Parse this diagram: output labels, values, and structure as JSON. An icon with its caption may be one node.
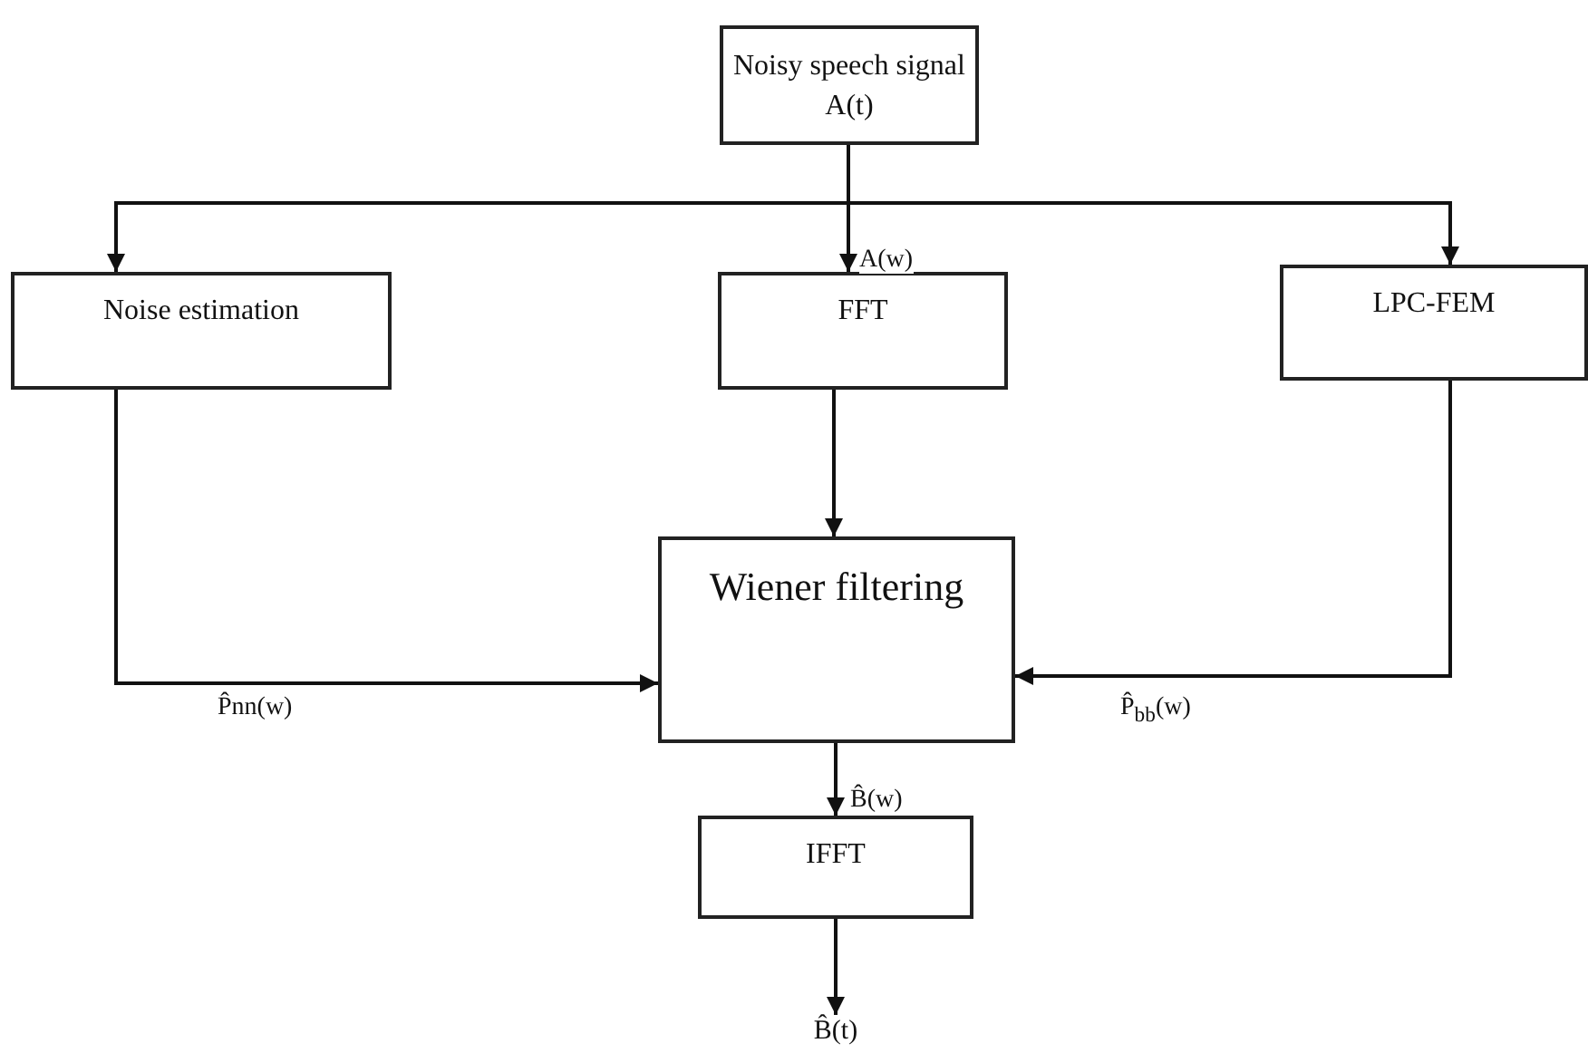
{
  "diagram": {
    "nodes": [
      {
        "text": [
          "Noisy speech signal A(t)"
        ]
      },
      {
        "text": [
          "Noise estimation"
        ]
      },
      {
        "text": [
          "FFT"
        ]
      },
      {
        "text": [
          "LPC-FEM"
        ]
      },
      {
        "text": [
          "Wiener filtering"
        ]
      },
      {
        "text": [
          "IFFT"
        ]
      },
      {
        "text": [
          "B̂(t)"
        ]
      }
    ],
    "edges": [
      {
        "from": 0,
        "to": 1,
        "arrow": "to"
      },
      {
        "from": 0,
        "to": 2,
        "arrow": "to",
        "label": "A(w)"
      },
      {
        "from": 0,
        "to": 3,
        "arrow": "to"
      },
      {
        "from": 1,
        "to": 4,
        "arrow": "to",
        "label": "P̂nn(w)"
      },
      {
        "from": 2,
        "to": 4,
        "arrow": "to"
      },
      {
        "from": 3,
        "to": 4,
        "arrow": "to",
        "label": "P̂$_{bb}$(w)"
      },
      {
        "from": 4,
        "to": 5,
        "arrow": "to",
        "label": "B̂(w)"
      },
      {
        "from": 5,
        "to": 6,
        "arrow": "to"
      }
    ]
  }
}
